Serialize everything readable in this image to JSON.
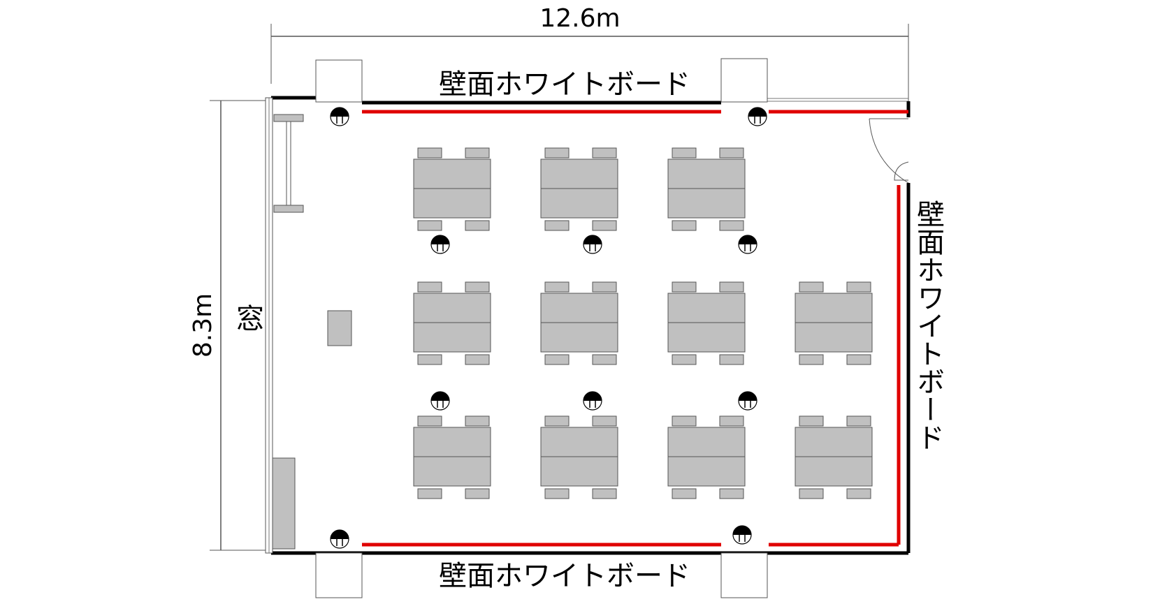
{
  "dimensions": {
    "width_label": "12.6m",
    "height_label": "8.3m"
  },
  "labels": {
    "top_whiteboard": "壁面ホワイトボード",
    "bottom_whiteboard": "壁面ホワイトボード",
    "right_whiteboard": "壁面ホワイトボード",
    "window": "窓"
  },
  "layout_grid": {
    "rows": 3,
    "row_table_groups": [
      3,
      4,
      4
    ]
  },
  "colors": {
    "wall": "#000000",
    "whiteboard": "#e00000",
    "furniture": "#c0c0c0",
    "outline": "#555555"
  }
}
